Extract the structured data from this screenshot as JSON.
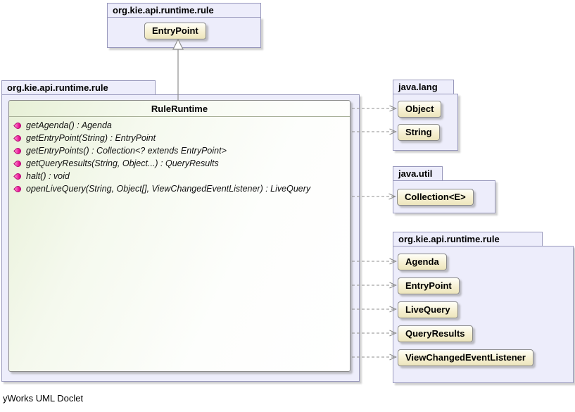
{
  "diagram": {
    "packages": {
      "top": {
        "label": "org.kie.api.runtime.rule",
        "classes": [
          "EntryPoint"
        ]
      },
      "main": {
        "label": "org.kie.api.runtime.rule",
        "ruleruntime": {
          "name": "RuleRuntime",
          "methods": [
            "getAgenda() : Agenda",
            "getEntryPoint(String) : EntryPoint",
            "getEntryPoints() : Collection<? extends EntryPoint>",
            "getQueryResults(String, Object...) : QueryResults",
            "halt() : void",
            "openLiveQuery(String, Object[], ViewChangedEventListener) : LiveQuery"
          ]
        }
      },
      "java_lang": {
        "label": "java.lang",
        "classes": [
          "Object",
          "String"
        ]
      },
      "java_util": {
        "label": "java.util",
        "classes": [
          "Collection<E>"
        ]
      },
      "rule": {
        "label": "org.kie.api.runtime.rule",
        "classes": [
          "Agenda",
          "EntryPoint",
          "LiveQuery",
          "QueryResults",
          "ViewChangedEventListener"
        ]
      }
    },
    "relations": {
      "generalization": {
        "from": "RuleRuntime",
        "to": "EntryPoint"
      },
      "dependencies": [
        "Object",
        "String",
        "Collection<E>",
        "Agenda",
        "EntryPoint",
        "LiveQuery",
        "QueryResults",
        "ViewChangedEventListener"
      ]
    },
    "icons": {
      "method_icon": "pink-leaf-method-icon",
      "generalization_arrow": "hollow-triangle-arrow",
      "dependency_arrow": "dashed-open-arrow"
    }
  },
  "footer": {
    "label": "yWorks UML Doclet"
  }
}
